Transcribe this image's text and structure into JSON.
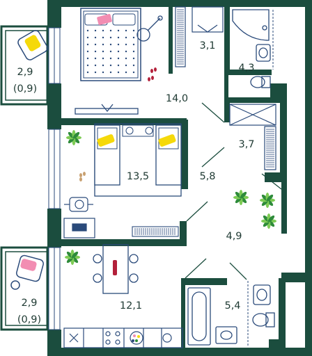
{
  "colors": {
    "wall": "#1b4d3e",
    "line": "#2a4a7a",
    "text": "#1f3a33",
    "accent_yellow": "#f5d90a",
    "accent_pink": "#f28db2",
    "plant": "#2e8b3a",
    "plant_light": "#7ecb55"
  },
  "rooms": [
    {
      "id": "balcony-top",
      "area": "2,9",
      "sub": "(0,9)"
    },
    {
      "id": "wardrobe",
      "area": "3,1"
    },
    {
      "id": "bathroom-top",
      "area": "4,3"
    },
    {
      "id": "bedroom",
      "area": "14,0"
    },
    {
      "id": "storage",
      "area": "3,7"
    },
    {
      "id": "children-room",
      "area": "13,5"
    },
    {
      "id": "corridor",
      "area": "5,8"
    },
    {
      "id": "hall",
      "area": "4,9"
    },
    {
      "id": "balcony-bottom",
      "area": "2,9",
      "sub": "(0,9)"
    },
    {
      "id": "kitchen",
      "area": "12,1"
    },
    {
      "id": "bathroom-bottom",
      "area": "5,4"
    }
  ]
}
